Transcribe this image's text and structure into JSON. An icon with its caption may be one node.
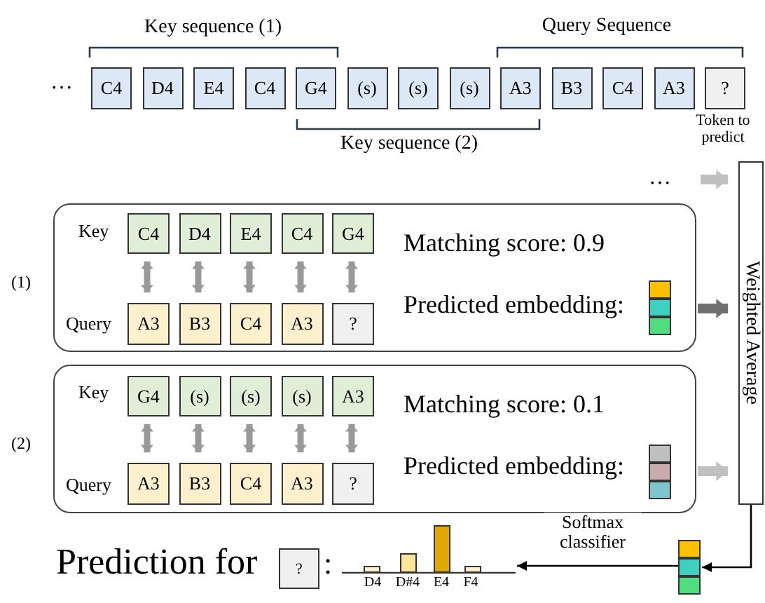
{
  "diagram": {
    "nodes": [
      {
        "text": [
          "C4"
        ]
      },
      {
        "text": [
          "D4"
        ]
      },
      {
        "text": [
          "E4"
        ]
      },
      {
        "text": [
          "C4"
        ]
      },
      {
        "text": [
          "G4"
        ]
      },
      {
        "text": [
          "(s)"
        ]
      },
      {
        "text": [
          "(s)"
        ]
      },
      {
        "text": [
          "(s)"
        ]
      },
      {
        "text": [
          "A3"
        ]
      },
      {
        "text": [
          "B3"
        ]
      },
      {
        "text": [
          "C4"
        ]
      },
      {
        "text": [
          "A3"
        ]
      },
      {
        "text": [
          "?"
        ],
        "beside": [
          "Token to predict"
        ]
      },
      {
        "text": [
          "Key",
          "Query",
          "Matching score: 0.9",
          "Predicted embedding:"
        ],
        "beside": [
          "(1)"
        ]
      },
      {
        "text": [
          "C4"
        ],
        "in": 13
      },
      {
        "text": [
          "D4"
        ],
        "in": 13
      },
      {
        "text": [
          "E4"
        ],
        "in": 13
      },
      {
        "text": [
          "C4"
        ],
        "in": 13
      },
      {
        "text": [
          "G4"
        ],
        "in": 13
      },
      {
        "text": [
          "A3"
        ],
        "in": 13
      },
      {
        "text": [
          "B3"
        ],
        "in": 13
      },
      {
        "text": [
          "C4"
        ],
        "in": 13
      },
      {
        "text": [
          "A3"
        ],
        "in": 13
      },
      {
        "text": [
          "?"
        ],
        "in": 13
      },
      {
        "text": [],
        "shape": "box",
        "in": 13
      },
      {
        "text": [],
        "shape": "box",
        "in": 13
      },
      {
        "text": [],
        "shape": "box",
        "in": 13
      },
      {
        "text": [
          "Key",
          "Query",
          "Matching score: 0.1",
          "Predicted embedding:"
        ],
        "beside": [
          "(2)"
        ]
      },
      {
        "text": [
          "G4"
        ],
        "in": 27
      },
      {
        "text": [
          "(s)"
        ],
        "in": 27
      },
      {
        "text": [
          "(s)"
        ],
        "in": 27
      },
      {
        "text": [
          "(s)"
        ],
        "in": 27
      },
      {
        "text": [
          "A3"
        ],
        "in": 27
      },
      {
        "text": [
          "A3"
        ],
        "in": 27
      },
      {
        "text": [
          "B3"
        ],
        "in": 27
      },
      {
        "text": [
          "C4"
        ],
        "in": 27
      },
      {
        "text": [
          "A3"
        ],
        "in": 27
      },
      {
        "text": [
          "?"
        ],
        "in": 27
      },
      {
        "text": [],
        "shape": "box",
        "in": 27
      },
      {
        "text": [],
        "shape": "box",
        "in": 27
      },
      {
        "text": [],
        "shape": "box",
        "in": 27
      },
      {
        "text": [
          "Weighted Average"
        ]
      },
      {
        "text": [],
        "shape": "box"
      },
      {
        "text": [],
        "shape": "box"
      },
      {
        "text": [],
        "shape": "box"
      },
      {
        "text": [
          "?"
        ]
      },
      {
        "text": [],
        "shape": "bar",
        "beside": [
          "D4",
          "D#4",
          "E4",
          "F4"
        ]
      }
    ],
    "edges": [
      {
        "from": 14,
        "to": 19,
        "arrow": "both",
        "color": "#999999"
      },
      {
        "from": 15,
        "to": 20,
        "arrow": "both",
        "color": "#999999"
      },
      {
        "from": 16,
        "to": 21,
        "arrow": "both",
        "color": "#999999"
      },
      {
        "from": 17,
        "to": 22,
        "arrow": "both",
        "color": "#999999"
      },
      {
        "from": 18,
        "to": 23,
        "arrow": "both",
        "color": "#999999"
      },
      {
        "from": 28,
        "to": 33,
        "arrow": "both",
        "color": "#999999"
      },
      {
        "from": 29,
        "to": 34,
        "arrow": "both",
        "color": "#999999"
      },
      {
        "from": 30,
        "to": 35,
        "arrow": "both",
        "color": "#999999"
      },
      {
        "from": 31,
        "to": 36,
        "arrow": "both",
        "color": "#999999"
      },
      {
        "from": 32,
        "to": 37,
        "arrow": "both",
        "color": "#999999"
      },
      {
        "from": null,
        "to": 41,
        "arrow": "to",
        "color": "#c0c0c0"
      },
      {
        "from": 13,
        "to": 41,
        "arrow": "to",
        "color": "#707070"
      },
      {
        "from": 27,
        "to": 41,
        "arrow": "to",
        "color": "#c0c0c0"
      },
      {
        "from": 41,
        "to": 43,
        "arrow": "to",
        "color": "#000000"
      },
      {
        "from": 43,
        "to": 46,
        "arrow": "to",
        "label": "Softmax classifier",
        "color": "#000000"
      }
    ],
    "labels": [
      "…",
      "Key sequence (1)",
      "Query Sequence",
      "Key sequence (2)",
      "…",
      "Prediction for",
      ":"
    ]
  }
}
